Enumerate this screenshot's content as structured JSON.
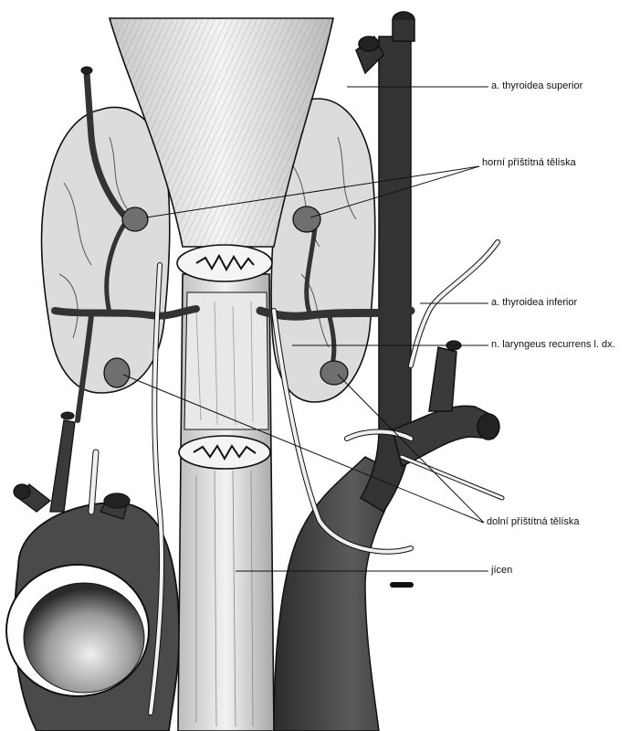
{
  "labels": {
    "thyroidea_superior": "a. thyroidea superior",
    "horni_pristitna": "horní příštítná tělíska",
    "thyroidea_inferior": "a. thyroidea inferior",
    "laryngeus_recurrens": "n. laryngeus recurrens l. dx.",
    "dolni_pristitna": "dolní příštítná tělíska",
    "jicen": "jícen"
  },
  "colors": {
    "vessel": "#3a3a3a",
    "thyroid": "#d9d9d9",
    "parathyroid": "#6f6f6f",
    "nerve": "#eeeeee",
    "outline": "#111111"
  }
}
